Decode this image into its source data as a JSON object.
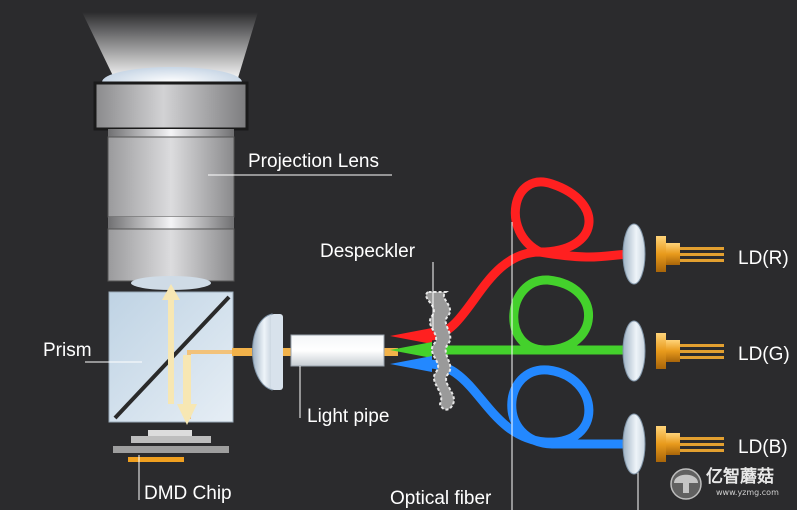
{
  "labels": {
    "projection_lens": "Projection Lens",
    "prism": "Prism",
    "dmd_chip": "DMD Chip",
    "light_pipe": "Light pipe",
    "despeckler": "Despeckler",
    "optical_fiber": "Optical fiber",
    "ld_r": "LD(R)",
    "ld_g": "LD(G)",
    "ld_b": "LD(B)"
  },
  "watermark": {
    "brand": "亿智蘑菇",
    "url": "www.yzmg.com"
  },
  "colors": {
    "background": "#2b2b2d",
    "red_beam": "#ff1a1a",
    "green_beam": "#33cc22",
    "blue_beam": "#1a7fff",
    "laser_gold": "#f0a020",
    "white_beam": "#f5e2a8"
  }
}
